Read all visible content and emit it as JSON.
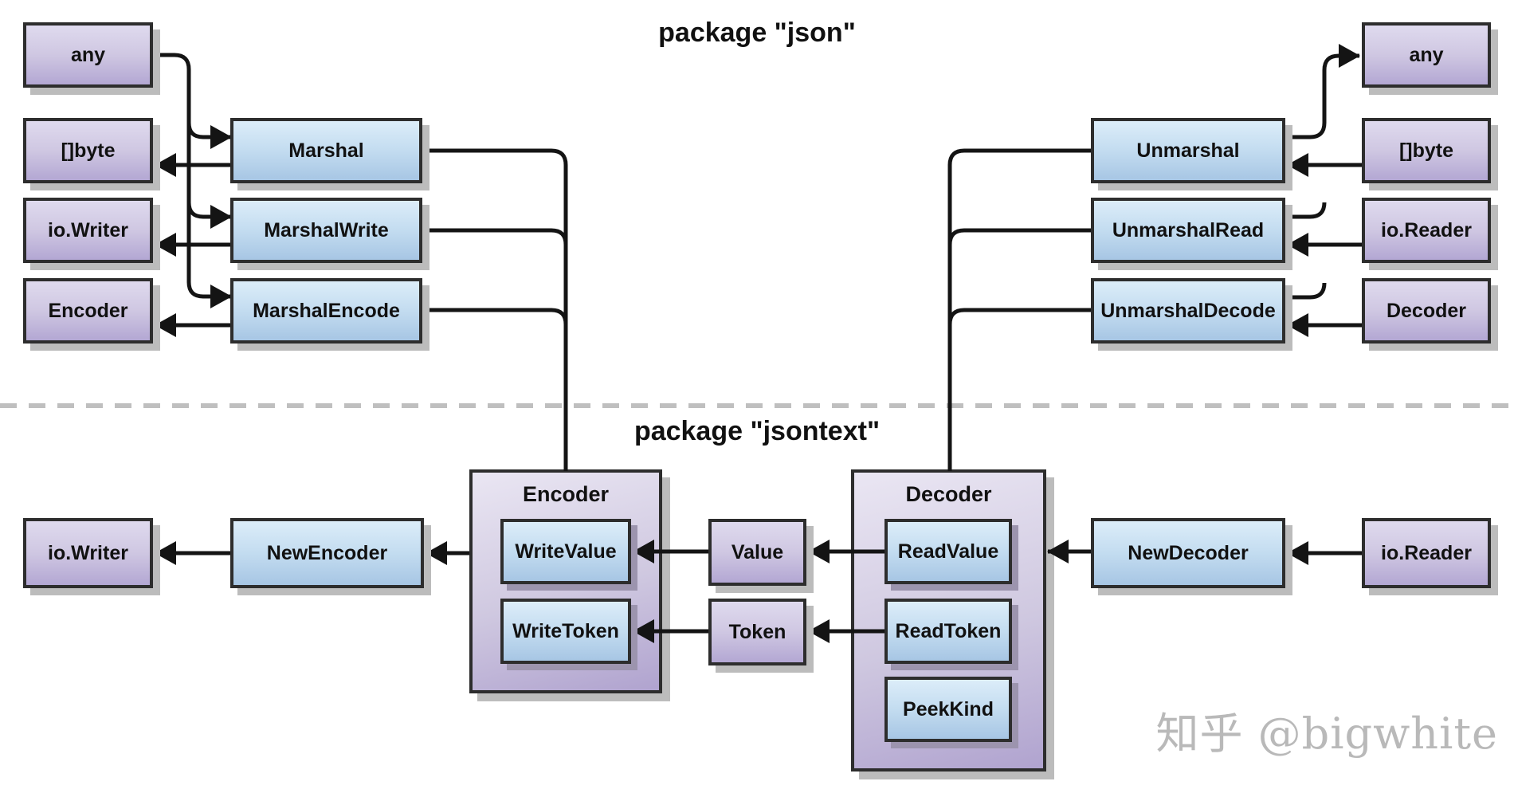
{
  "titles": {
    "json": "package \"json\"",
    "jsontext": "package \"jsontext\""
  },
  "json_pkg": {
    "left": {
      "types": [
        "any",
        "[]byte",
        "io.Writer",
        "Encoder"
      ],
      "functions": [
        "Marshal",
        "MarshalWrite",
        "MarshalEncode"
      ]
    },
    "right": {
      "functions": [
        "Unmarshal",
        "UnmarshalRead",
        "UnmarshalDecode"
      ],
      "types": [
        "any",
        "[]byte",
        "io.Reader",
        "Decoder"
      ]
    }
  },
  "jsontext_pkg": {
    "io_writer": "io.Writer",
    "new_encoder": "NewEncoder",
    "encoder": {
      "label": "Encoder",
      "methods": [
        "WriteValue",
        "WriteToken"
      ]
    },
    "types": [
      "Value",
      "Token"
    ],
    "decoder": {
      "label": "Decoder",
      "methods": [
        "ReadValue",
        "ReadToken",
        "PeekKind"
      ]
    },
    "new_decoder": "NewDecoder",
    "io_reader": "io.Reader"
  },
  "watermark": "知乎 @bigwhite",
  "colors": {
    "purple_box_top": "#dfdaee",
    "purple_box_bottom": "#b3a7d3",
    "blue_box_top": "#dcedf9",
    "blue_box_bottom": "#a7c6e4",
    "group_box_top": "#eae6f3",
    "group_box_bottom": "#b0a3cf",
    "box_border": "#2d2d2d",
    "connector_line": "#141414",
    "box_shadow": "#bcbcbc",
    "divider_line": "#bfbfbf",
    "watermark_text": "#b9b9b9"
  }
}
